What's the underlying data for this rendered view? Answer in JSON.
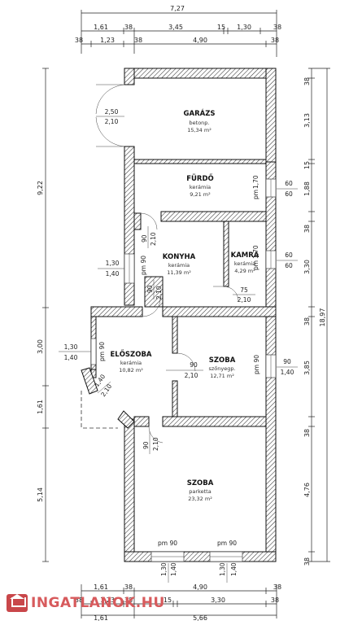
{
  "top_dims": {
    "total": "7,27",
    "row2": [
      "1,61",
      "38",
      "3,45",
      "15",
      "1,30",
      "38"
    ],
    "row3": [
      "38",
      "1,23",
      "38",
      "4,90",
      "38"
    ]
  },
  "bottom_dims": {
    "row1": [
      "1,61",
      "38",
      "4,90",
      "38"
    ],
    "row2": [
      "38",
      "1,23",
      "38",
      "15",
      "3,30",
      "38"
    ],
    "row3": [
      "1,61",
      "5,66"
    ]
  },
  "left_dims": [
    "9,22",
    "3,00",
    "1,61",
    "5,14"
  ],
  "right_dims": {
    "inner": [
      "38",
      "3,13",
      "15",
      "1,88",
      "38",
      "3,30",
      "38",
      "3,85",
      "38",
      "4,76",
      "38"
    ],
    "total": "18,97"
  },
  "rooms": {
    "garazs": {
      "name": "GARÁZS",
      "floor": "betonp.",
      "area": "15,34 m²"
    },
    "furdo": {
      "name": "FÜRDŐ",
      "floor": "kerámia",
      "area": "9,21 m²"
    },
    "konyha": {
      "name": "KONYHA",
      "floor": "kerámia",
      "area": "11,39 m²"
    },
    "kamra": {
      "name": "KAMRA",
      "floor": "kerámia",
      "area": "4,29 m²"
    },
    "eloszoba": {
      "name": "ELŐSZOBA",
      "floor": "kerámia",
      "area": "10,82 m²"
    },
    "szoba1": {
      "name": "SZOBA",
      "floor": "szőnyegp.",
      "area": "12,71 m²"
    },
    "szoba2": {
      "name": "SZOBA",
      "floor": "parketta",
      "area": "23,32 m²"
    }
  },
  "openings": {
    "garage_door": [
      "2,50",
      "2,10"
    ],
    "bath_window": [
      "60",
      "60"
    ],
    "bath_pm": "pm",
    "bath_170": "1,70",
    "kamra_window": [
      "60",
      "60"
    ],
    "kamra_pm": "pm",
    "kamra_170": "1,70",
    "kitchen_window": [
      "1,30",
      "1,40"
    ],
    "kitchen_pm": "pm 90",
    "door_90_210_a": [
      "90",
      "2,10"
    ],
    "door_kitchen": [
      "90",
      "2,10"
    ],
    "kamra_door": [
      "75",
      "2,10"
    ],
    "hall_window": [
      "1,30",
      "1,40"
    ],
    "hall_pm": "pm 90",
    "hall_door_140": [
      "1,40",
      "2,10"
    ],
    "szoba1_door": [
      "90",
      "2,10"
    ],
    "szoba1_window": [
      "90",
      "1,40"
    ],
    "szoba1_pm": "pm 90",
    "szoba2_door": [
      "90",
      "2,10"
    ],
    "szoba2_win_a": [
      "pm 90",
      "1,30",
      "1,40"
    ],
    "szoba2_win_b": [
      "pm 90",
      "1,30",
      "1,40"
    ]
  },
  "watermark": "INGATLANOK.HU",
  "colors": {
    "hatch": "#333333",
    "watermark": "#d75a5c"
  }
}
